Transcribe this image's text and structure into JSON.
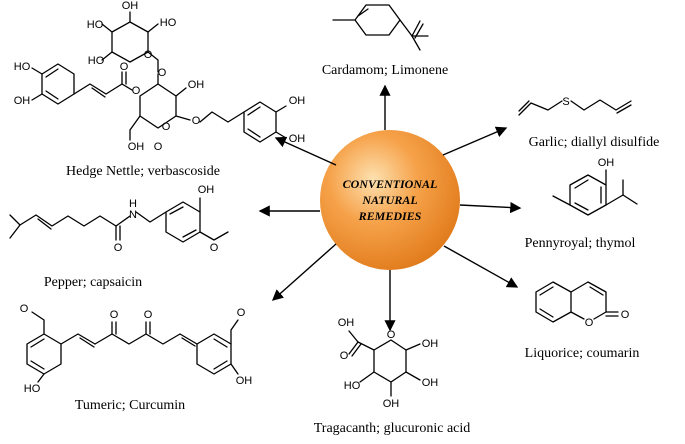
{
  "hub": {
    "lines": [
      "CONVENTIONAL",
      "NATURAL",
      "REMEDIES"
    ]
  },
  "remedies": [
    {
      "id": "cardamom",
      "caption": "Cardamom; Limonene"
    },
    {
      "id": "garlic",
      "caption": "Garlic; diallyl disulfide",
      "atoms": [
        "S"
      ]
    },
    {
      "id": "pennyroyal",
      "caption": "Pennyroyal; thymol",
      "atoms": [
        "OH"
      ]
    },
    {
      "id": "liquorice",
      "caption": "Liquorice; coumarin",
      "atoms": [
        "O",
        "O"
      ]
    },
    {
      "id": "tragacanth",
      "caption": "Tragacanth; glucuronic acid",
      "atoms": [
        "OH",
        "O",
        "O",
        "OH",
        "HO",
        "OH",
        "OH"
      ]
    },
    {
      "id": "tumeric",
      "caption": "Tumeric; Curcumin",
      "atoms": [
        "O",
        "O",
        "O",
        "O",
        "HO",
        "OH"
      ]
    },
    {
      "id": "pepper",
      "caption": "Pepper; capsaicin",
      "atoms": [
        "N",
        "H",
        "O",
        "OH",
        "O"
      ]
    },
    {
      "id": "hedge-nettle",
      "caption": "Hedge Nettle; verbascoside",
      "atoms": [
        "HO",
        "OH",
        "HO",
        "OH",
        "O",
        "O",
        "HO",
        "HO",
        "O",
        "O",
        "O",
        "O",
        "OH",
        "OH",
        "O",
        "OH",
        "OH"
      ]
    }
  ],
  "colors": {
    "hub_light": "#fde1b0",
    "hub_mid": "#f6a24a",
    "hub_dark": "#e07a1a",
    "ink": "#000000"
  }
}
